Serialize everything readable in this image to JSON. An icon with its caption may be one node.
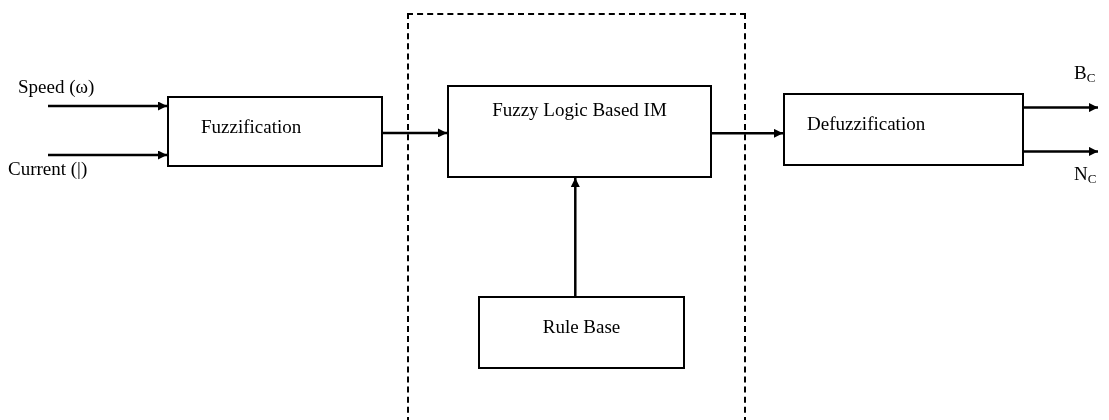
{
  "diagram": {
    "nodes": [
      {
        "text": [
          "Speed (ω)"
        ]
      },
      {
        "text": [
          "Current (|)"
        ]
      },
      {
        "text": [
          "Fuzzification"
        ]
      },
      {
        "text": [],
        "shape": "box"
      },
      {
        "text": [
          "Fuzzy Logic Based IM"
        ],
        "in": 3
      },
      {
        "text": [
          "Rule Base"
        ],
        "in": 3
      },
      {
        "text": [
          "Defuzzification"
        ]
      },
      {
        "text": [
          "B$_{C}$"
        ]
      },
      {
        "text": [
          "N$_{C}$"
        ]
      }
    ],
    "edges": [
      {
        "from": 0,
        "to": 2,
        "arrow": "to"
      },
      {
        "from": 1,
        "to": 2,
        "arrow": "to"
      },
      {
        "from": 2,
        "to": 4,
        "arrow": "to"
      },
      {
        "from": 5,
        "to": 4,
        "arrow": "to"
      },
      {
        "from": 4,
        "to": 6,
        "arrow": "to"
      },
      {
        "from": 6,
        "to": 7,
        "arrow": "to"
      },
      {
        "from": 6,
        "to": 8,
        "arrow": "to"
      }
    ]
  }
}
